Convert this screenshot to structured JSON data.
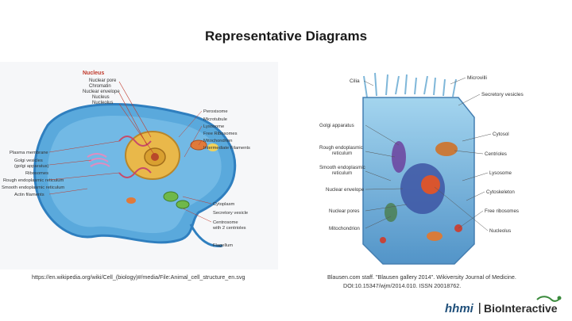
{
  "slide": {
    "title": "Representative Diagrams"
  },
  "left_diagram": {
    "header": "Nucleus",
    "nucleus_labels": [
      "Nuclear pore",
      "Chromatin",
      "Nuclear envelope",
      "Nucleus",
      "Nucleolus"
    ],
    "right_labels": [
      "Peroxisome",
      "Microtubule",
      "Lysosome",
      "Free Ribosomes",
      "Mitochondrion",
      "Intermediate Filaments"
    ],
    "left_labels": [
      "Plasma membrane",
      "Golgi vesicles",
      "(golgi apparatus)",
      "Ribosomes",
      "Rough endoplasmic reticulum",
      "Smooth endoplasmic reticulum",
      "Actin filaments"
    ],
    "bottom_right_labels": [
      "Cytoplasm",
      "Secretory vesicle",
      "Centrosome",
      "with 2 centrioles"
    ],
    "flagellum_label": "Flagellum",
    "caption": "https://en.wikipedia.org/wiki/Cell_(biology)#/media/File:Animal_cell_structure_en.svg"
  },
  "right_diagram": {
    "top_labels": [
      "Cilia",
      "Microvilli",
      "Secretory vesicles"
    ],
    "left_labels": [
      "Golgi apparatus",
      "Rough endoplasmic",
      "reticulum",
      "Smooth endoplasmic",
      "reticulum",
      "Nuclear envelope",
      "Nuclear pores",
      "Mitochondrion"
    ],
    "right_labels": [
      "Cytosol",
      "Centrioles",
      "Lysosome",
      "Cytoskeleton",
      "Free ribosomes",
      "Nucleolus"
    ],
    "caption_line1": "Blausen.com staff. \"Blausen gallery 2014\". Wikiversity Journal of Medicine.",
    "caption_line2": "DOI:10.15347/wjm/2014.010. ISSN 20018762."
  },
  "logo": {
    "brand1": "hhmi",
    "brand2": "BioInteractive"
  },
  "colors": {
    "cell_fill": "#5aa9dc",
    "cell_edge": "#2f7fbf",
    "nucleus": "#e9b84a",
    "label_red": "#c0392b",
    "logo_green": "#3a8a3c"
  }
}
